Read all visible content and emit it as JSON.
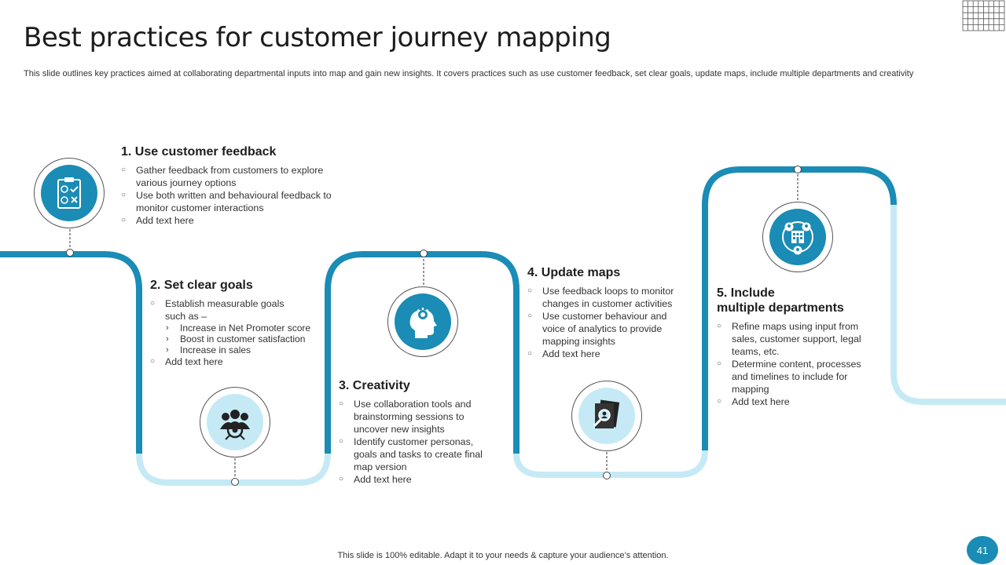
{
  "slide": {
    "title": "Best practices for customer journey mapping",
    "subtitle": "This slide outlines key practices aimed at collaborating departmental inputs into map and gain new insights. It covers practices such as use customer feedback, set clear goals, update maps, include multiple departments and creativity",
    "footer": "This slide is 100% editable. Adapt it to your needs & capture your audience’s attention.",
    "page_number": "41"
  },
  "colors": {
    "accent_dark": "#1a8cb5",
    "accent_light": "#c5eaf6"
  },
  "steps": [
    {
      "heading": "1. Use customer feedback",
      "icon": "checklist-clipboard-icon",
      "bullets": [
        "Gather feedback from customers to explore various journey options",
        "Use both written and behavioural feedback to monitor customer interactions",
        "Add text here"
      ]
    },
    {
      "heading": "2. Set clear goals",
      "icon": "team-target-icon",
      "bullets": [
        "Establish measurable goals such as –",
        "Add text here"
      ],
      "sub_bullets": [
        "Increase in Net Promoter score",
        "Boost in customer satisfaction",
        "Increase in sales"
      ]
    },
    {
      "heading": "3. Creativity",
      "icon": "head-gear-icon",
      "bullets": [
        "Use collaboration tools and brainstorming sessions to uncover new insights",
        "Identify customer personas, goals and tasks to create final map version",
        "Add text here"
      ]
    },
    {
      "heading": "4. Update maps",
      "icon": "document-magnifier-icon",
      "bullets": [
        "Use feedback loops to monitor changes in customer activities",
        "Use customer behaviour and voice of analytics to provide mapping insights",
        "Add text here"
      ]
    },
    {
      "heading_line1": "5. Include",
      "heading_line2": "multiple departments",
      "icon": "departments-network-icon",
      "bullets": [
        "Refine maps using input from sales, customer support, legal teams, etc.",
        "Determine content, processes and timelines to include for mapping",
        "Add text here"
      ]
    }
  ]
}
